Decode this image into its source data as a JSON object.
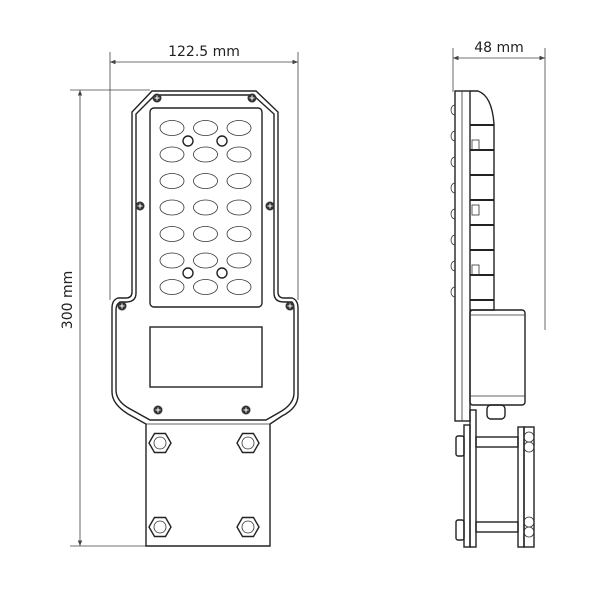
{
  "drawing": {
    "front_view": {
      "width_label": "122.5 mm",
      "height_label": "300 mm",
      "led_rows": 7,
      "led_columns": 3
    },
    "side_view": {
      "depth_label": "48 mm"
    }
  }
}
